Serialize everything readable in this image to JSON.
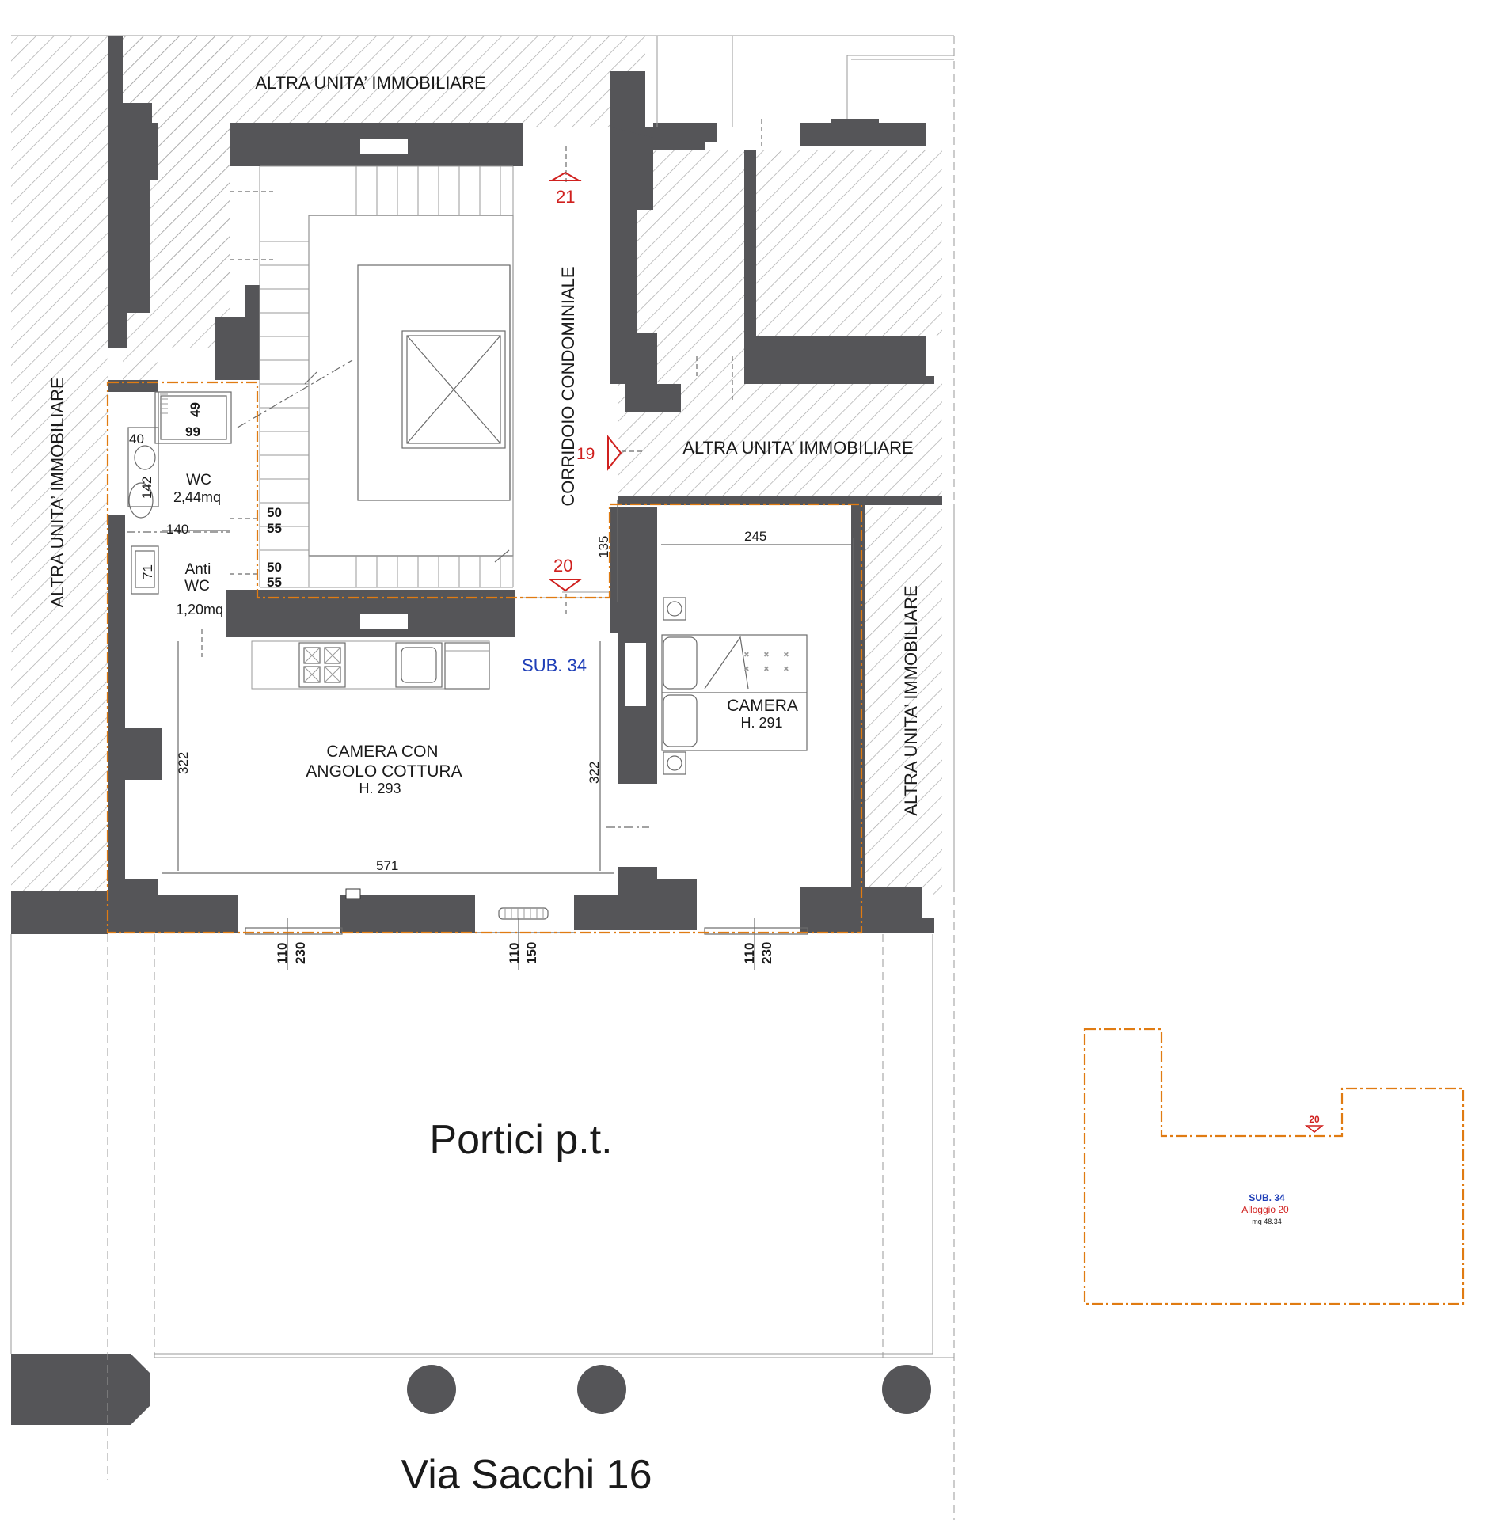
{
  "labels": {
    "altra_top": "ALTRA  UNITA’  IMMOBILIARE",
    "altra_left": "ALTRA  UNITA’  IMMOBILIARE",
    "altra_mid": "ALTRA  UNITA’  IMMOBILIARE",
    "altra_right": "ALTRA  UNITA’  IMMOBILIARE",
    "corridoio": "CORRIDOIO  CONDOMINIALE",
    "sub": "SUB.  34",
    "camera_cottura_1": "CAMERA  CON",
    "camera_cottura_2": "ANGOLO  COTTURA",
    "camera_cottura_h": "H.  293",
    "camera": "CAMERA",
    "camera_h": "H.  291",
    "wc": "WC",
    "wc_area": "2,44mq",
    "antiwc_1": "Anti",
    "antiwc_2": "WC",
    "antiwc_area": "1,20mq",
    "portici": "Portici p.t.",
    "street": "Via Sacchi 16"
  },
  "markers": {
    "m21": "21",
    "m20": "20",
    "m19": "19"
  },
  "dimensions": {
    "d49": "49",
    "d99": "99",
    "d40": "40",
    "d142": "142",
    "d140": "140",
    "d71": "71",
    "d50a": "50",
    "d55a": "55",
    "d50b": "50",
    "d55b": "55",
    "d135": "135",
    "d245": "245",
    "d322a": "322",
    "d322b": "322",
    "d571": "571",
    "win1a": "110",
    "win1b": "230",
    "win2a": "110",
    "win2b": "150",
    "win3a": "110",
    "win3b": "230"
  },
  "keyplan": {
    "marker": "20",
    "sub": "SUB.  34",
    "alloggio": "Alloggio  20",
    "area": "mq  48.34"
  },
  "colors": {
    "wall": "#555558",
    "outline": "#e07b12",
    "marker": "#d0201e",
    "sub_label": "#1f3fb8"
  }
}
